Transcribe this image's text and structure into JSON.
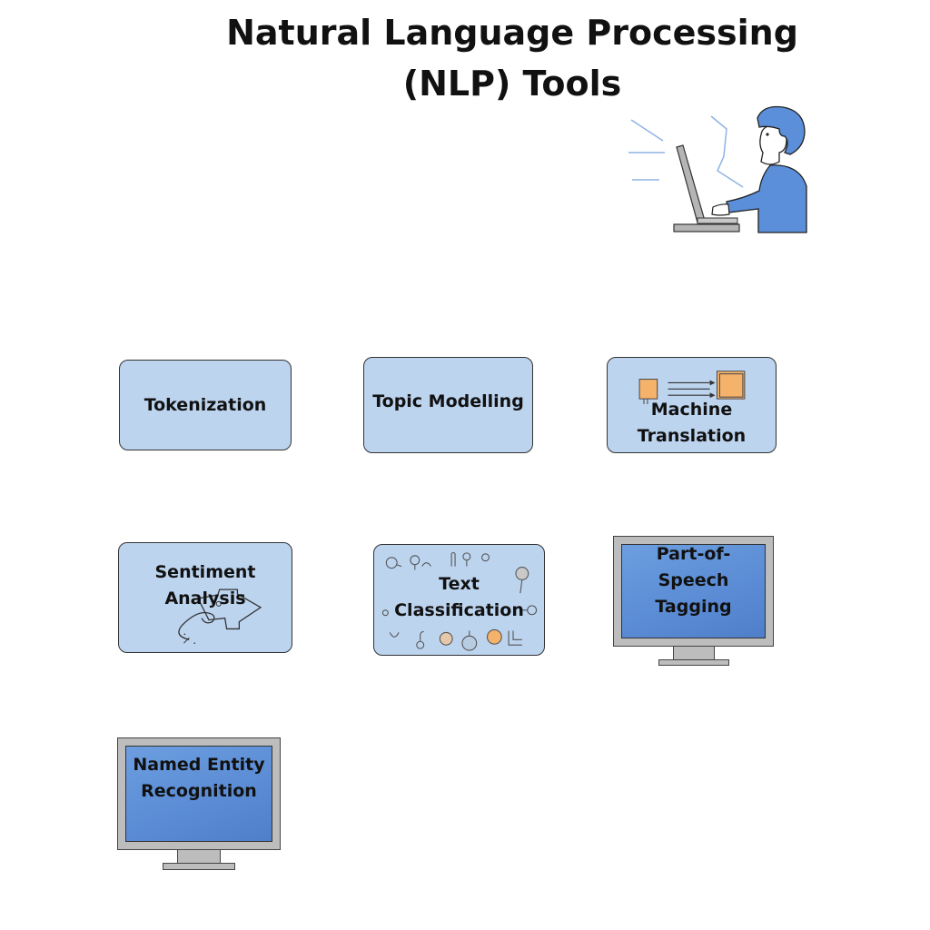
{
  "title": {
    "line1": "Natural Language Processing",
    "line2": "(NLP) Tools"
  },
  "illustration": {
    "icon": "person-at-laptop-icon",
    "colors": {
      "person": "#5b8fd9",
      "laptop": "#b5b5b5",
      "accent_lines": "#8fb3e3"
    }
  },
  "tools": [
    {
      "label": "Tokenization",
      "style": "card"
    },
    {
      "label": "Topic Modelling",
      "style": "card"
    },
    {
      "label_line1": "Machine",
      "label_line2": "Translation",
      "style": "card",
      "icon": "translation-arrows-icon"
    },
    {
      "label_line1": "Sentiment",
      "label_line2": "Analysis",
      "style": "card",
      "icon": "hand-pointer-icon"
    },
    {
      "label_line1": "Text",
      "label_line2": "Classification",
      "style": "card",
      "icon": "nodes-icon"
    },
    {
      "label_line1": "Part-of-Speech",
      "label_line2": "Tagging",
      "style": "monitor"
    },
    {
      "label_line1": "Named Entity",
      "label_line2": "Recognition",
      "style": "monitor"
    }
  ],
  "colors": {
    "card_fill": "#bdd4ef",
    "monitor_screen": "#5a8bd4",
    "monitor_frame": "#bdbdbd",
    "orange_accent": "#f4b26b"
  }
}
